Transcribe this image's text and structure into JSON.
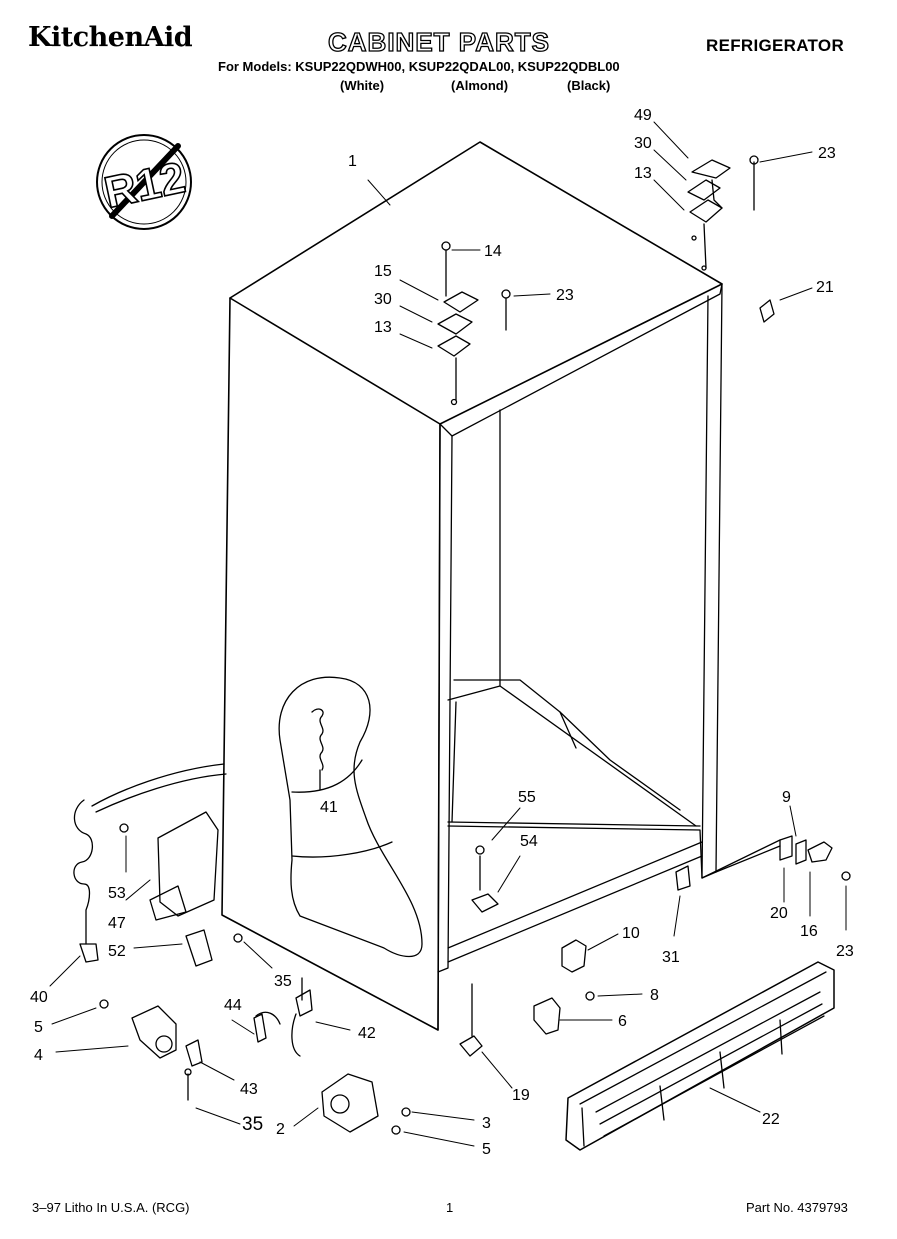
{
  "header": {
    "brand": "KitchenAid",
    "title": "CABINET PARTS",
    "category": "REFRIGERATOR",
    "models_line": "For Models: KSUP22QDWH00, KSUP22QDAL00, KSUP22QDBL00",
    "variants": [
      "(White)",
      "(Almond)",
      "(Black)"
    ]
  },
  "badge": {
    "text": "R12",
    "icon": "no-r12-prohibition-icon"
  },
  "callouts": {
    "c1": "1",
    "c49": "49",
    "c30_top": "30",
    "c13_top": "13",
    "c23_top": "23",
    "c14": "14",
    "c15": "15",
    "c30_mid": "30",
    "c13_mid": "13",
    "c23_mid": "23",
    "c21": "21",
    "c41": "41",
    "c9": "9",
    "c55": "55",
    "c54": "54",
    "c53": "53",
    "c47": "47",
    "c52": "52",
    "c20": "20",
    "c16": "16",
    "c31": "31",
    "c10": "10",
    "c23_right": "23",
    "c40": "40",
    "c35_upper": "35",
    "c44": "44",
    "c42": "42",
    "c8": "8",
    "c5_left": "5",
    "c6": "6",
    "c4": "4",
    "c43": "43",
    "c19": "19",
    "c22": "22",
    "c35_lower": "35",
    "c2": "2",
    "c3": "3",
    "c5_right": "5"
  },
  "footer": {
    "litho": "3–97 Litho In U.S.A. (RCG)",
    "page": "1",
    "part_no": "Part No. 4379793"
  }
}
